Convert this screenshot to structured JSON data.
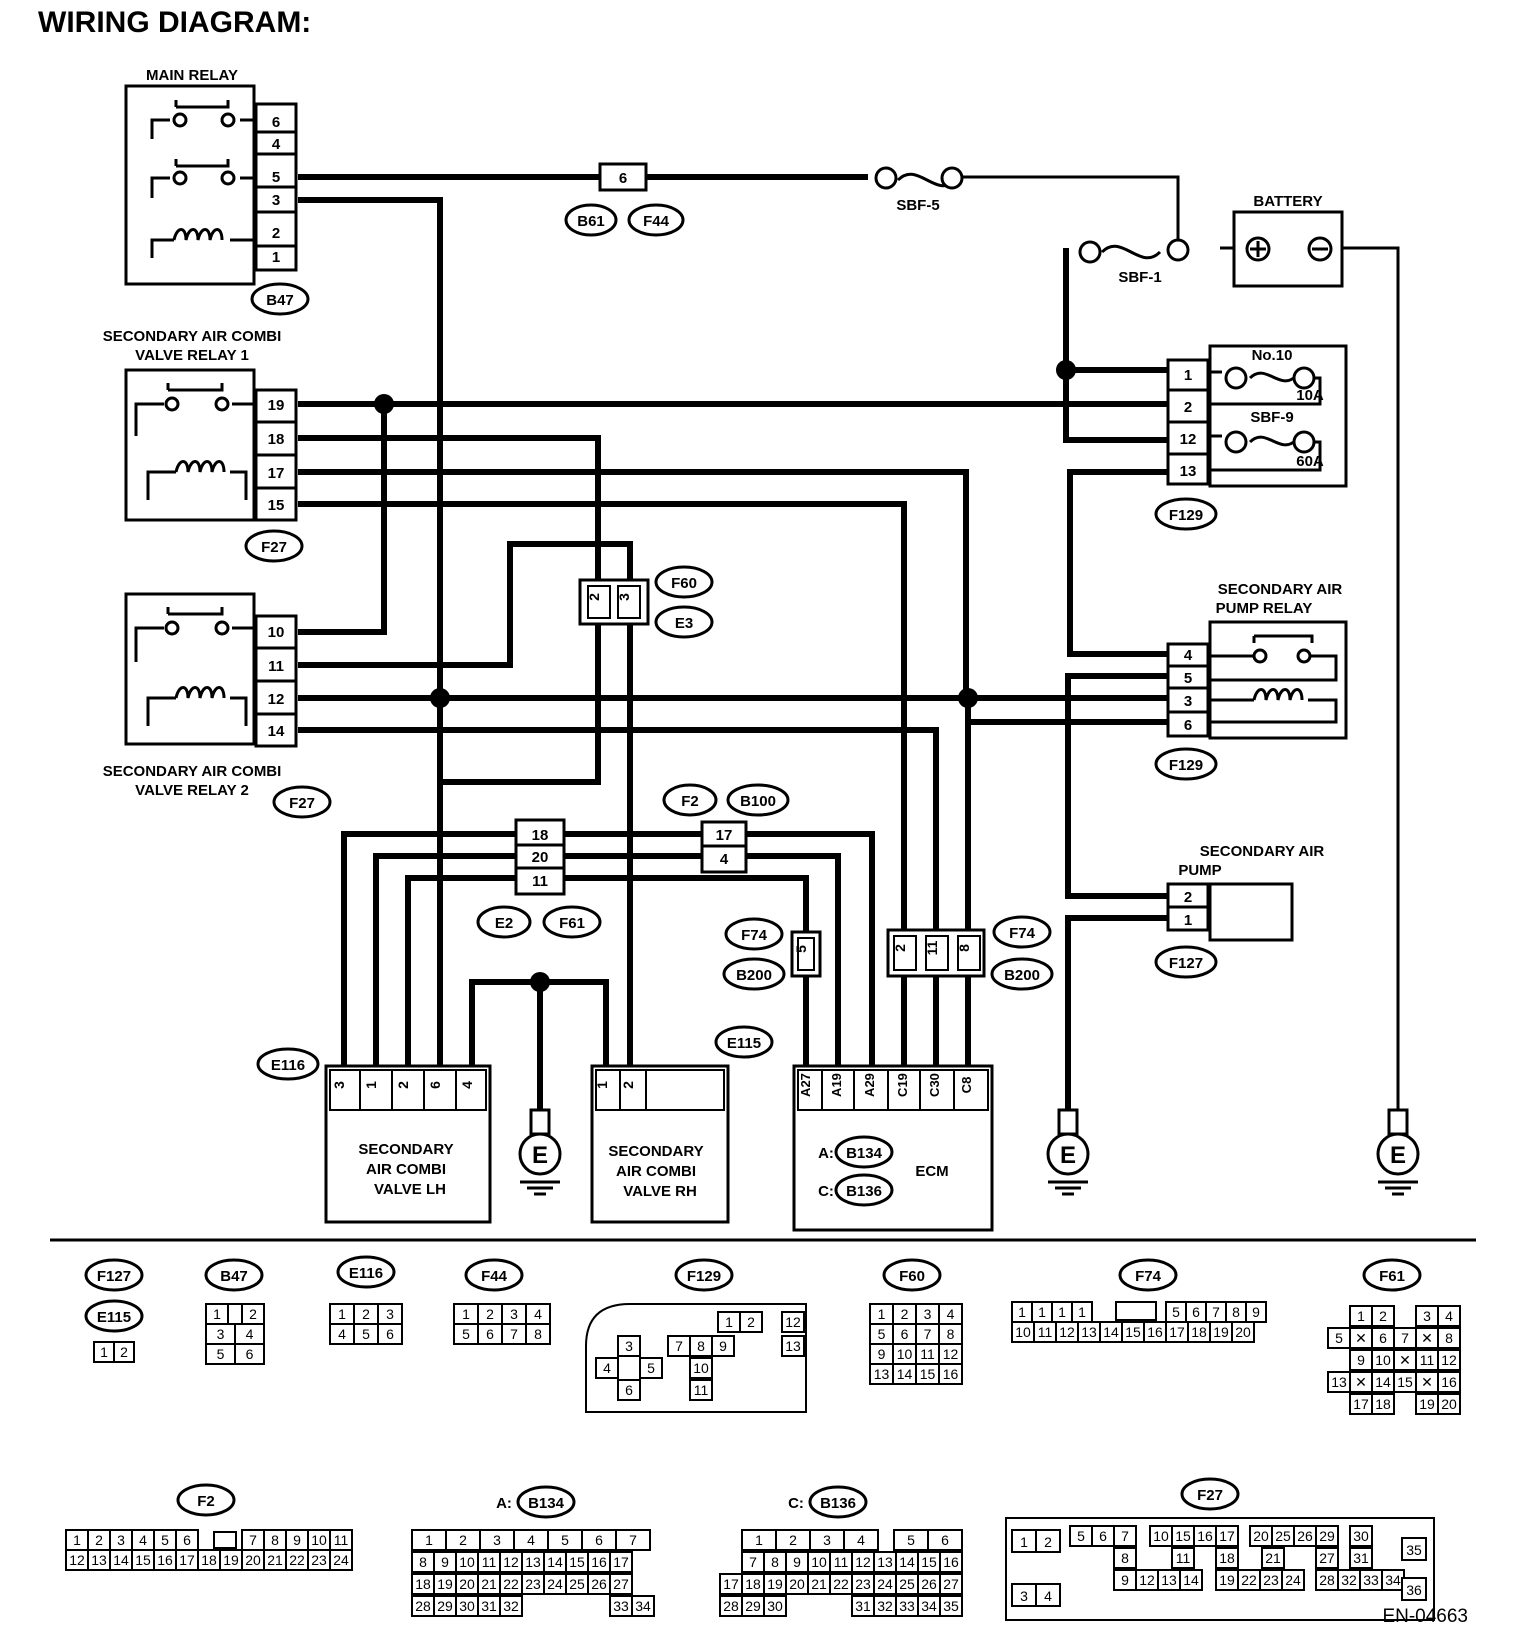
{
  "title": "WIRING DIAGRAM:",
  "doc_code": "EN-04663",
  "components": {
    "main_relay": "MAIN RELAY",
    "battery": "BATTERY",
    "sbf5": "SBF-5",
    "sbf1": "SBF-1",
    "sbf9": "SBF-9",
    "fuse10": "No.10",
    "fuse10_rating": "10A",
    "sbf9_rating": "60A",
    "valve_relay1_l1": "SECONDARY AIR COMBI",
    "valve_relay1_l2": "VALVE RELAY 1",
    "valve_relay2_l1": "SECONDARY AIR COMBI",
    "valve_relay2_l2": "VALVE RELAY 2",
    "pump_relay_l1": "SECONDARY AIR",
    "pump_relay_l2": "PUMP RELAY",
    "pump_l1": "SECONDARY AIR",
    "pump_l2": "PUMP",
    "valve_lh_l1": "SECONDARY",
    "valve_lh_l2": "AIR COMBI",
    "valve_lh_l3": "VALVE LH",
    "valve_rh_l1": "SECONDARY",
    "valve_rh_l2": "AIR COMBI",
    "valve_rh_l3": "VALVE RH",
    "ecm": "ECM",
    "ecm_a": "A:",
    "ecm_c": "C:",
    "ground": "E"
  },
  "connectors": {
    "b47": "B47",
    "b61": "B61",
    "f44": "F44",
    "f27": "F27",
    "f129": "F129",
    "f60": "F60",
    "e3": "E3",
    "f2": "F2",
    "b100": "B100",
    "e2": "E2",
    "f61": "F61",
    "f74": "F74",
    "b200": "B200",
    "e116": "E116",
    "e115": "E115",
    "f127": "F127",
    "b134": "B134",
    "b136": "B136"
  },
  "pins": {
    "main_relay": [
      "6",
      "4",
      "5",
      "3",
      "2",
      "1"
    ],
    "relay1": [
      "19",
      "18",
      "17",
      "15"
    ],
    "relay2": [
      "10",
      "11",
      "12",
      "14"
    ],
    "f129_fuse": [
      "1",
      "2",
      "12",
      "13"
    ],
    "f129_pump": [
      "4",
      "5",
      "3",
      "6"
    ],
    "pump": [
      "2",
      "1"
    ],
    "b61f44": "6",
    "f60e3": [
      "2",
      "3"
    ],
    "e2f61": [
      "18",
      "20",
      "11"
    ],
    "f2b100": [
      "17",
      "4"
    ],
    "f74_single": "5",
    "f74_triple": [
      "2",
      "11",
      "8"
    ],
    "valve_lh": [
      "3",
      "1",
      "2",
      "6",
      "4"
    ],
    "valve_rh": [
      "1",
      "2"
    ],
    "ecm": [
      "A27",
      "A19",
      "A29",
      "C19",
      "C30",
      "C8"
    ]
  },
  "connector_views": {
    "f127_e115": [
      [
        "1",
        "2"
      ]
    ],
    "b47": [
      [
        "1",
        "",
        "2"
      ],
      [
        "3",
        "4"
      ],
      [
        "5",
        "6"
      ]
    ],
    "e116": [
      [
        "1",
        "2",
        "3"
      ],
      [
        "4",
        "5",
        "6"
      ]
    ],
    "f44": [
      [
        "1",
        "2",
        "3",
        "4"
      ],
      [
        "5",
        "6",
        "7",
        "8"
      ]
    ],
    "f129": {
      "top": [
        "1",
        "2",
        "12"
      ],
      "r2": "13",
      "a": "3",
      "b": [
        "4",
        "5"
      ],
      "c": "6",
      "d": [
        "7",
        "8",
        "9"
      ],
      "e": "10",
      "f": "11"
    },
    "f60": [
      [
        "1",
        "2",
        "3",
        "4"
      ],
      [
        "5",
        "6",
        "7",
        "8"
      ],
      [
        "9",
        "10",
        "11",
        "12"
      ],
      [
        "13",
        "14",
        "15",
        "16"
      ]
    ],
    "f74": [
      [
        "1",
        "1",
        "1",
        "1",
        "",
        "5",
        "6",
        "7",
        "8",
        "9"
      ],
      [
        "10",
        "11",
        "12",
        "13",
        "14",
        "15",
        "16",
        "17",
        "18",
        "19",
        "20"
      ]
    ],
    "f61": [
      [
        "1",
        "2",
        "3",
        "4"
      ],
      [
        "5",
        "6",
        "7",
        "8"
      ],
      [
        "9",
        "10",
        "11",
        "12"
      ],
      [
        "13",
        "14",
        "15",
        "16"
      ],
      [
        "17",
        "18",
        "19",
        "20"
      ]
    ],
    "f2": [
      [
        "1",
        "2",
        "3",
        "4",
        "5",
        "6",
        "7",
        "8",
        "9",
        "10",
        "11"
      ],
      [
        "12",
        "13",
        "14",
        "15",
        "16",
        "17",
        "18",
        "19",
        "20",
        "21",
        "22",
        "23",
        "24"
      ]
    ],
    "b134": [
      [
        "1",
        "2",
        "3",
        "4",
        "5",
        "6",
        "7"
      ],
      [
        "8",
        "9",
        "10",
        "11",
        "12",
        "13",
        "14",
        "15",
        "16",
        "17"
      ],
      [
        "18",
        "19",
        "20",
        "21",
        "22",
        "23",
        "24",
        "25",
        "26",
        "27"
      ],
      [
        "28",
        "29",
        "30",
        "31",
        "32",
        "33",
        "34"
      ]
    ],
    "b136": [
      [
        "1",
        "2",
        "3",
        "4",
        "5",
        "6"
      ],
      [
        "7",
        "8",
        "9",
        "10",
        "11",
        "12",
        "13",
        "14",
        "15",
        "16"
      ],
      [
        "17",
        "18",
        "19",
        "20",
        "21",
        "22",
        "23",
        "24",
        "25",
        "26",
        "27"
      ],
      [
        "28",
        "29",
        "30",
        "31",
        "32",
        "33",
        "34",
        "35"
      ]
    ],
    "f27": {
      "a": [
        "1",
        "2"
      ],
      "b": [
        "3",
        "4"
      ],
      "top": [
        "5",
        "6",
        "7",
        "10",
        "15",
        "16",
        "17",
        "20",
        "25",
        "26",
        "29",
        "30"
      ],
      "mid": [
        "8",
        "11",
        "18",
        "21",
        "27",
        "31"
      ],
      "bot": [
        "9",
        "12",
        "13",
        "14",
        "19",
        "22",
        "23",
        "24",
        "28",
        "32",
        "33",
        "34"
      ],
      "right": [
        "35",
        "36"
      ]
    }
  },
  "colors": {
    "ink": "#000000",
    "background": "#ffffff"
  }
}
